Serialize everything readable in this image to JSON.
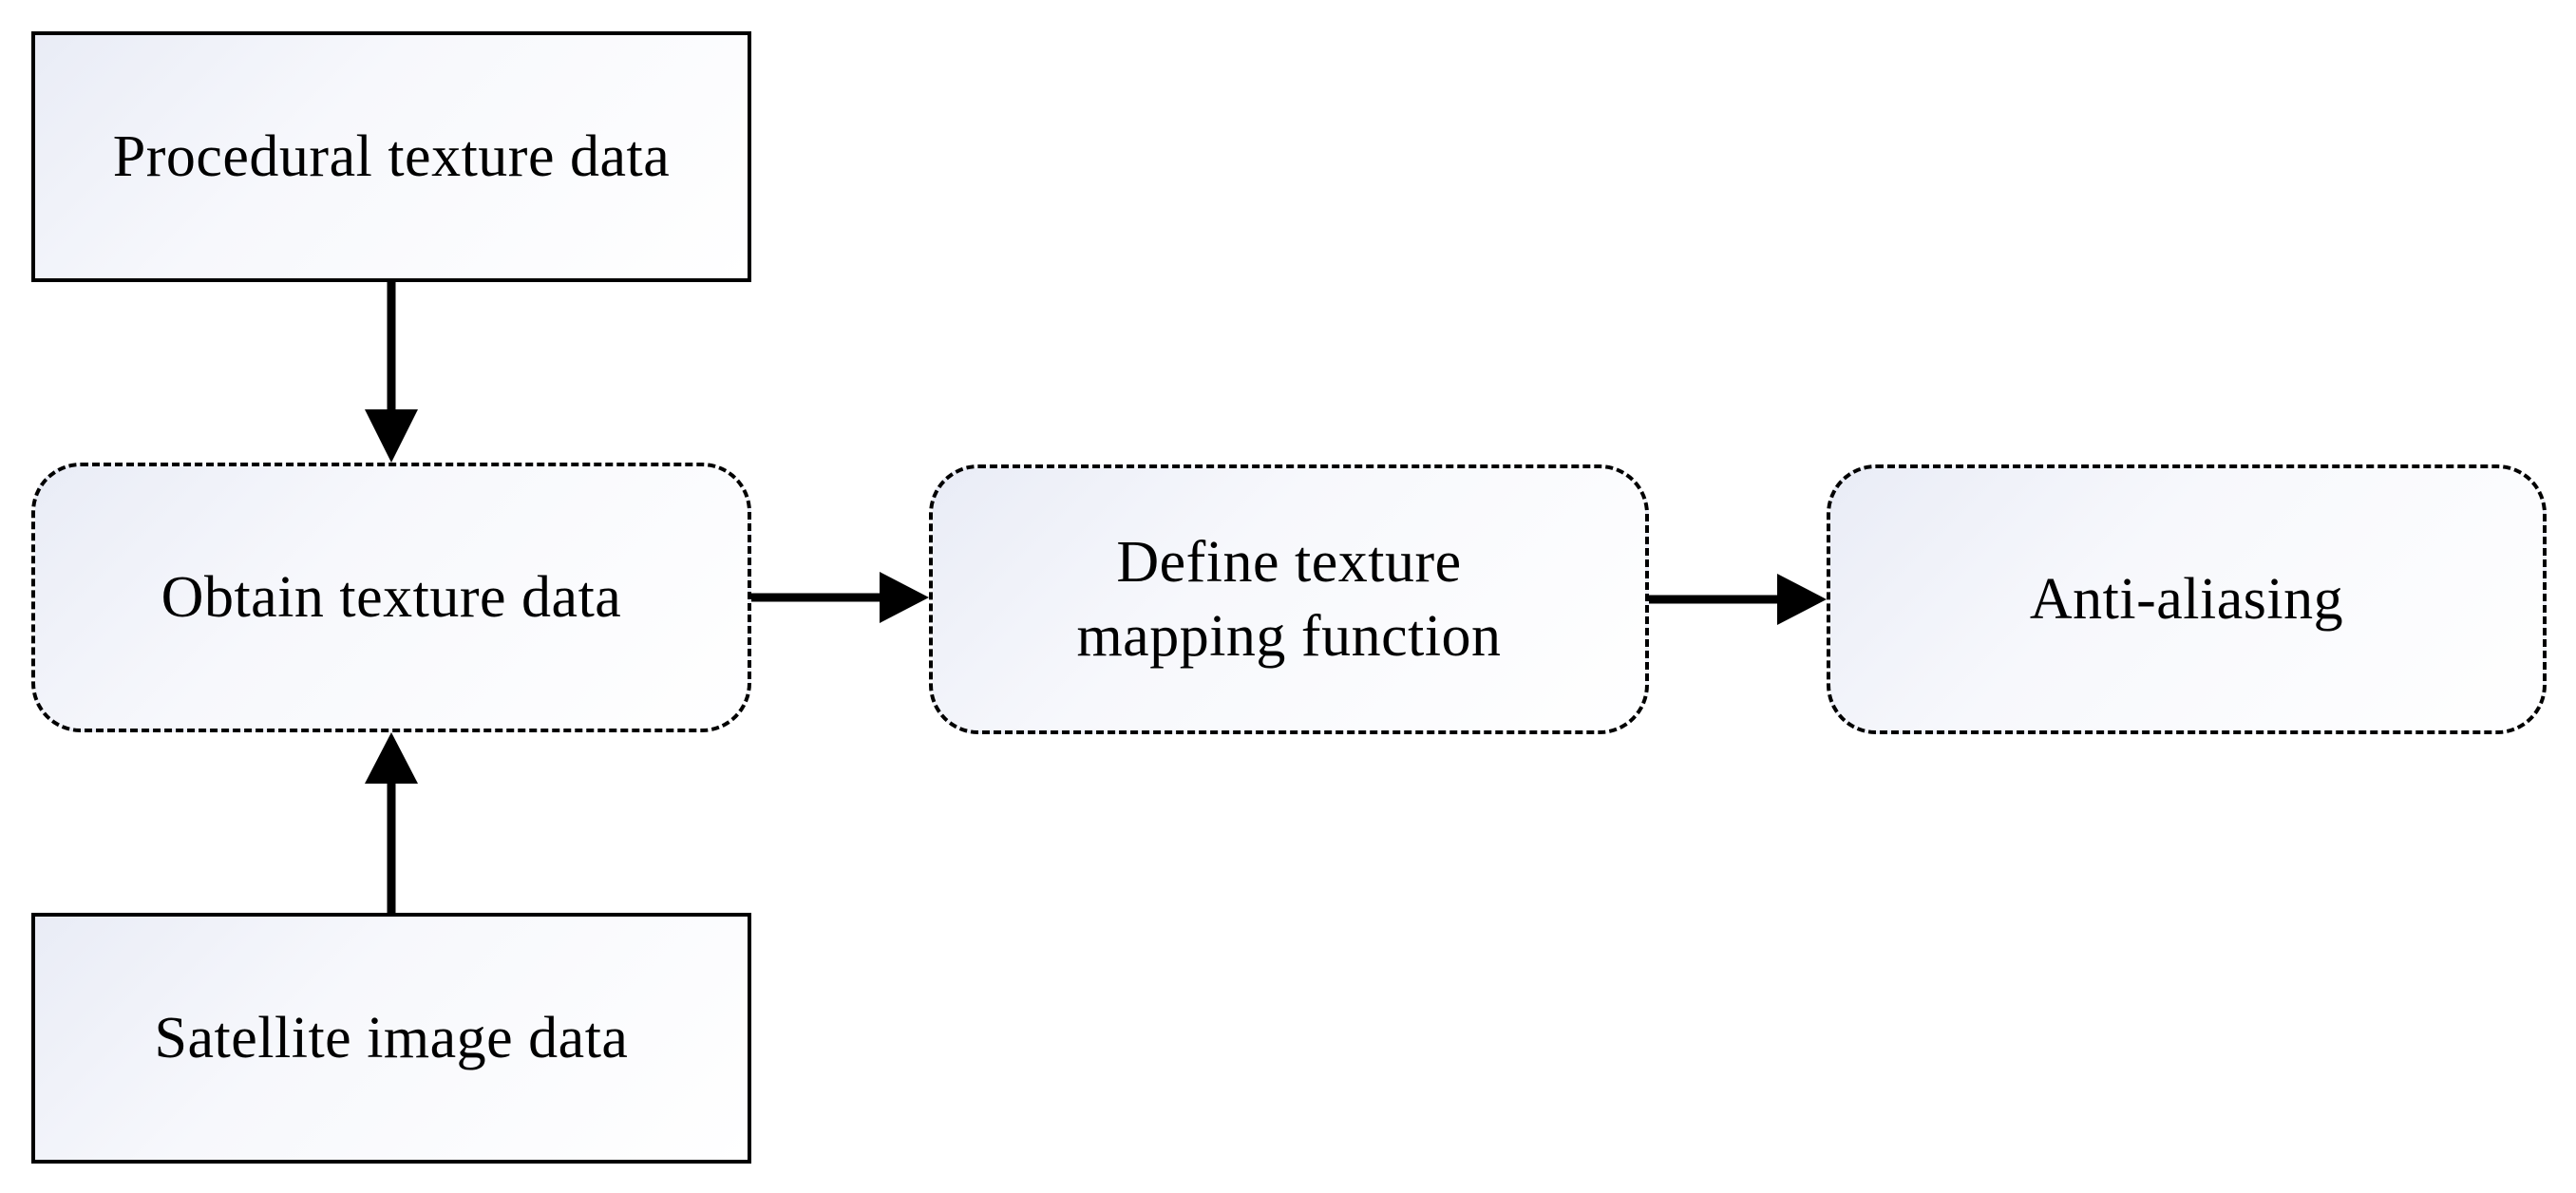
{
  "diagram": {
    "nodes": {
      "procedural": "Procedural texture data",
      "obtain": "Obtain texture data",
      "satellite": "Satellite image data",
      "define": "Define texture\nmapping function",
      "anti": "Anti-aliasing"
    },
    "edges": [
      {
        "from": "procedural",
        "to": "obtain"
      },
      {
        "from": "satellite",
        "to": "obtain"
      },
      {
        "from": "obtain",
        "to": "define"
      },
      {
        "from": "define",
        "to": "anti"
      }
    ],
    "colors": {
      "stroke": "#000000",
      "node_fill_start": "#e9ecf6",
      "node_fill_end": "#ffffff"
    }
  }
}
